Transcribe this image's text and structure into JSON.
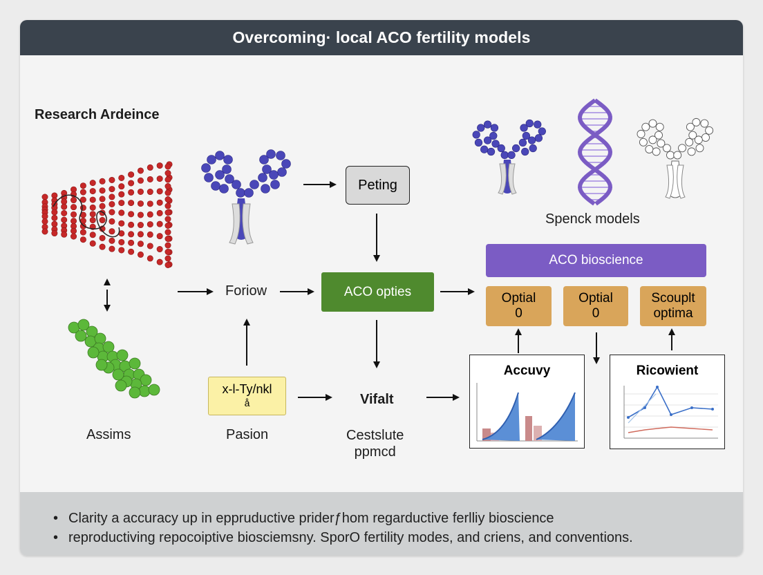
{
  "header": {
    "title": "Overcoming· local ACO fertility models"
  },
  "sections": {
    "research_audience": "Research Ardeince"
  },
  "labels": {
    "foriow": "Foriow",
    "aco_opties": "ACO opties",
    "peting": "Peting",
    "vifalt": "Vifalt",
    "xty_line1": "x-l-Ty/nkl",
    "xty_line2": "å",
    "assims": "Assims",
    "pasion": "Pasion",
    "cestslute_line1": "Cestslute",
    "cestslute_line2": "ppmcd",
    "spenck_models": "Spenck models",
    "aco_bioscience": "ACO bioscience",
    "optial1_line1": "Optial",
    "optial1_line2": "0",
    "optial2_line1": "Optial",
    "optial2_line2": "0",
    "scouplt_line1": "Scouplt",
    "scouplt_line2": "optima",
    "accuvy": "Accuvy",
    "ricowient": "Ricowient"
  },
  "footer": {
    "bullets": [
      "Clarity a accuracy up in eppruductive priderƒhom regarductive ferlliy bioscience",
      "reproductiving repocoiptive biosciemsny. SporO fertility modes, and criens, and conventions."
    ]
  },
  "colors": {
    "header_bg": "#3a434d",
    "green": "#4f8a2e",
    "purple": "#7b5cc4",
    "tan": "#d9a55a",
    "yellow": "#fbf1a6",
    "gray_box": "#d9d9d9",
    "blue_bead": "#4a47b8",
    "red_bead": "#c62828",
    "green_bead": "#5cb83a"
  },
  "icons": [
    "protein-chain-red",
    "antibody-blue",
    "protein-cluster-green",
    "antibody-small-blue",
    "dna-helix-icon",
    "antibody-outline"
  ]
}
